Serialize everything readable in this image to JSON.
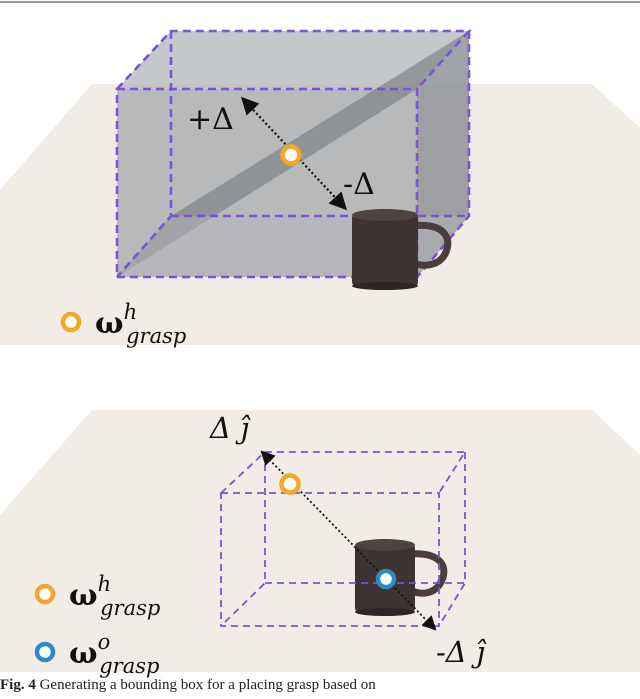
{
  "top_panel": {
    "plus_delta": "+Δ",
    "minus_delta": "-Δ",
    "legend_h_symbol": "ω",
    "legend_h_sup": "h",
    "legend_h_sub": "grasp",
    "colors": {
      "orange": "#f5a623",
      "purple": "#7b52d8",
      "box_fill": "#9ea2a6"
    }
  },
  "bottom_panel": {
    "delta_j": "Δ ĵ",
    "minus_delta_j": "-Δ ĵ",
    "legend_h_symbol": "ω",
    "legend_h_sup": "h",
    "legend_h_sub": "grasp",
    "legend_o_symbol": "ω",
    "legend_o_sup": "o",
    "legend_o_sub": "grasp",
    "colors": {
      "orange": "#f5a623",
      "blue": "#2b8cc4",
      "purple": "#7b52d8"
    }
  },
  "caption": {
    "label": "Fig. 4",
    "text": "Generating a bounding box for a placing grasp based on"
  }
}
